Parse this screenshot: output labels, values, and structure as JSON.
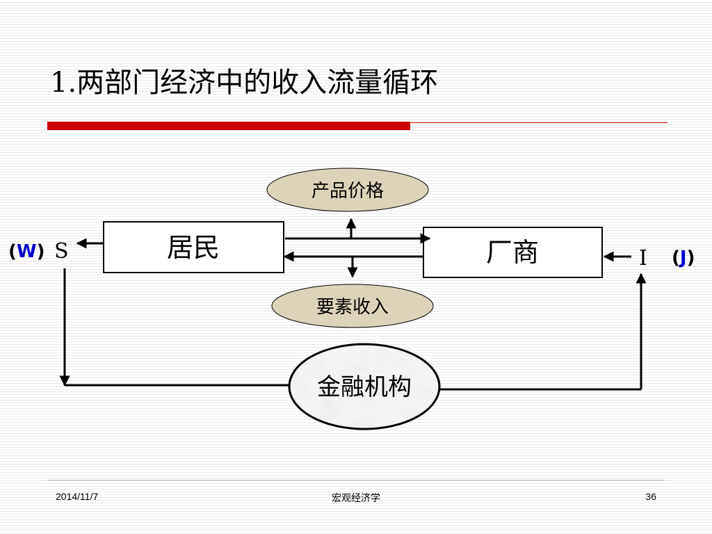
{
  "slide": {
    "title": "1.两部门经济中的收入流量循环",
    "footer": {
      "date": "2014/11/7",
      "course": "宏观经济学",
      "page": "36"
    }
  },
  "diagram": {
    "households": "居民",
    "firms": "厂商",
    "product_price": "产品价格",
    "factor_income": "要素收入",
    "financial_institutions": "金融机构",
    "savings": "S",
    "investment": "I",
    "leakage": {
      "open": "(",
      "letter": "W",
      "close": ")"
    },
    "injection": {
      "open": "(",
      "letter": "J",
      "close": ")"
    },
    "colors": {
      "accent_red": "#cc0000",
      "wj_blue": "#0000cc"
    }
  }
}
